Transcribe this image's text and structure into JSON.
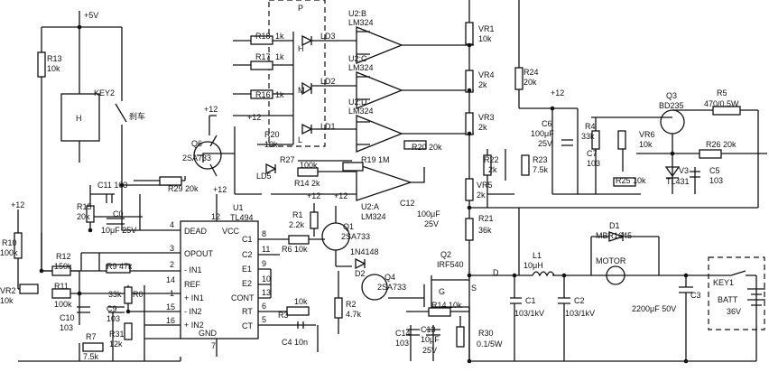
{
  "supply": {
    "vplus12": "+12",
    "vplus5": "+5V"
  },
  "ic": {
    "u1_name": "U1",
    "u1_part": "TL494",
    "u1_pins_left": [
      "DEAD",
      "OPOUT",
      "- IN1",
      "REF",
      "+ IN1",
      "- IN2",
      "+ IN2"
    ],
    "u1_pin_nums_left": [
      "4",
      "3",
      "2",
      "14",
      "1",
      "15",
      "16"
    ],
    "u1_top": "VCC",
    "u1_top_pin": "12",
    "u1_pins_right": [
      "C1",
      "C2",
      "E1",
      "E2",
      "CONT",
      "RT",
      "CT"
    ],
    "u1_pin_nums_right": [
      "8",
      "11",
      "9",
      "10",
      "13",
      "6",
      "5"
    ],
    "u1_gnd": "GND",
    "u1_gnd_pin": "7",
    "u2a": "U2:A",
    "u2b": "U2:B",
    "u2c": "U2:C",
    "u2d": "U2:D",
    "lm324": "LM324"
  },
  "resistors": {
    "r13": "R13",
    "r13v": "10k",
    "r10": "R10",
    "r10v": "100k",
    "vr2": "VR2",
    "vr2v": "10k",
    "r12": "R12",
    "r12v": "150k",
    "r11": "R11",
    "r11v": "100k",
    "r15": "R15",
    "r15v": "20k",
    "r9": "R9 47k",
    "r0": "R0",
    "r0v": "33k",
    "r31": "R31",
    "r31v": "12k",
    "r7": "R7",
    "r7v": "7.5k",
    "r29": "R29 20k",
    "r18": "R18",
    "r17": "R17",
    "r16": "R16",
    "r1k": "1k",
    "r20": "R20",
    "r20v": "10k",
    "r27": "R27",
    "r27v": "100k",
    "r14b": "R14 2k",
    "r19": "R19 1M",
    "r1": "R1",
    "r1v": "2.2k",
    "r6": "R6 10k",
    "r3": "R3",
    "r3v": "10k",
    "r2": "R2",
    "r2v": "4.7k",
    "r20b": "R20 20k",
    "r22": "R22",
    "r22v": "2k",
    "r23": "R23",
    "r23v": "7.5k",
    "r21": "R21",
    "r21v": "36k",
    "r24": "R24",
    "r24v": "20k",
    "r4": "R4",
    "r4v": "33k",
    "r25": "R25 10k",
    "r5": "R5",
    "r5v": "470/0.5W",
    "r26": "R26 20k",
    "r14": "R14 10k",
    "r30": "R30",
    "r30v": "0.1/5W",
    "vr1": "VR1",
    "vr1v": "10k",
    "vr4": "VR4",
    "vr4v": "2k",
    "vr3": "VR3",
    "vr3v": "2k",
    "vr5": "VR5",
    "vr5v": "2k",
    "vr6": "VR6",
    "vr6v": "10k"
  },
  "capacitors": {
    "c11": "C11 103",
    "c0": "C0",
    "c0v": "10μF 25V",
    "c10": "C10",
    "c10v": "103",
    "c9": "C9",
    "c9v": "103",
    "c4": "C4 10n",
    "c12": "C12",
    "c12v": "100μF",
    "c12w": "25V",
    "c6": "C6",
    "c6v": "100μF",
    "c6w": "25V",
    "c7": "C7",
    "c7v": "103",
    "c5": "C5",
    "c5v": "103",
    "c14": "C14",
    "c14v": "103",
    "c13": "C13",
    "c13v": "10μF",
    "c13w": "25V",
    "c1": "C1",
    "c1v": "103/1kV",
    "c2": "C2",
    "c2v": "103/1kV",
    "c3": "C3",
    "c3v": "2200μF 50V"
  },
  "semis": {
    "q6": "Q6",
    "q6v": "2SA733",
    "q1": "Q1",
    "q1v": "2SA733",
    "q4": "Q4",
    "q4v": "2SA733",
    "q2": "Q2",
    "q2v": "IRF540",
    "q3": "Q3",
    "q3v": "BD235",
    "d1": "D1",
    "d1v": "MBR1645",
    "d2": "D2",
    "d2v": "1N4148",
    "v3": "V3",
    "v3v": "TL431",
    "ld1": "LD1",
    "ld2": "LD2",
    "ld3": "LD3",
    "ld5": "LD5",
    "l_h": "H",
    "l_m": "M",
    "l_l": "L",
    "l_p": "P"
  },
  "misc": {
    "key2": "KEY2",
    "brake": "刹车",
    "h_box": "H",
    "l1": "L1",
    "l1v": "10μH",
    "motor": "MOTOR",
    "key1": "KEY1",
    "batt": "BATT",
    "battv": "36V",
    "node_d": "D",
    "node_g": "G",
    "node_s": "S",
    "plus12_labels": [
      "+12",
      "+12",
      "+12",
      "+12",
      "+12",
      "+12"
    ]
  }
}
